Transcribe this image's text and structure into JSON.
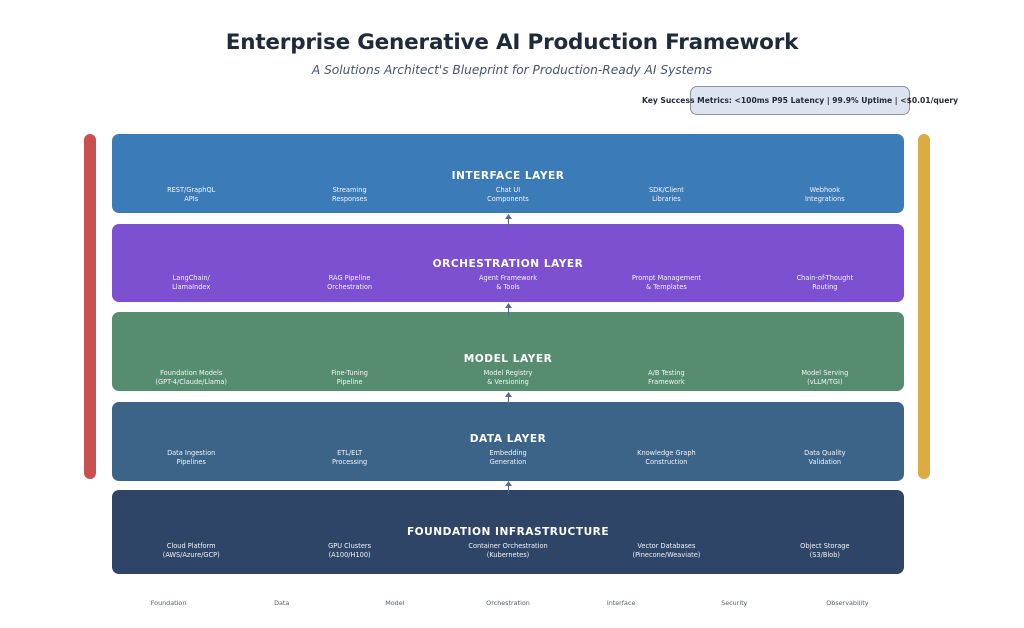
{
  "header": {
    "title": "Enterprise Generative AI Production Framework",
    "subtitle": "A Solutions Architect's Blueprint for Production-Ready AI Systems"
  },
  "metrics_callout": {
    "text": "Key Success Metrics: <100ms P95 Latency | 99.9% Uptime | <$0.01/query",
    "fill_color": "#dde3ef",
    "border_color": "#8d949f"
  },
  "side_bars": [
    {
      "name": "security",
      "color": "#c9504f"
    },
    {
      "name": "observability",
      "color": "#deab43"
    }
  ],
  "layers": [
    {
      "id": "interface",
      "title": "INTERFACE LAYER",
      "color": "#3b7bb8",
      "components": [
        {
          "line1": "REST/GraphQL",
          "line2": "APIs"
        },
        {
          "line1": "Streaming",
          "line2": "Responses"
        },
        {
          "line1": "Chat UI",
          "line2": "Components"
        },
        {
          "line1": "SDK/Client",
          "line2": "Libraries"
        },
        {
          "line1": "Webhook",
          "line2": "Integrations"
        }
      ]
    },
    {
      "id": "orchestration",
      "title": "ORCHESTRATION LAYER",
      "color": "#7d4fd1",
      "components": [
        {
          "line1": "LangChain/",
          "line2": "LlamaIndex"
        },
        {
          "line1": "RAG Pipeline",
          "line2": "Orchestration"
        },
        {
          "line1": "Agent Framework",
          "line2": "& Tools"
        },
        {
          "line1": "Prompt Management",
          "line2": "& Templates"
        },
        {
          "line1": "Chain-of-Thought",
          "line2": "Routing"
        }
      ]
    },
    {
      "id": "model",
      "title": "MODEL LAYER",
      "color": "#578d6f",
      "components": [
        {
          "line1": "Foundation Models",
          "line2": "(GPT-4/Claude/Llama)"
        },
        {
          "line1": "Fine-Tuning",
          "line2": "Pipeline"
        },
        {
          "line1": "Model Registry",
          "line2": "& Versioning"
        },
        {
          "line1": "A/B Testing",
          "line2": "Framework"
        },
        {
          "line1": "Model Serving",
          "line2": "(vLLM/TGI)"
        }
      ]
    },
    {
      "id": "data",
      "title": "DATA LAYER",
      "color": "#3c6489",
      "components": [
        {
          "line1": "Data Ingestion",
          "line2": "Pipelines"
        },
        {
          "line1": "ETL/ELT",
          "line2": "Processing"
        },
        {
          "line1": "Embedding",
          "line2": "Generation"
        },
        {
          "line1": "Knowledge Graph",
          "line2": "Construction"
        },
        {
          "line1": "Data Quality",
          "line2": "Validation"
        }
      ]
    },
    {
      "id": "foundation",
      "title": "FOUNDATION INFRASTRUCTURE",
      "color": "#2f4568",
      "components": [
        {
          "line1": "Cloud Platform",
          "line2": "(AWS/Azure/GCP)"
        },
        {
          "line1": "GPU Clusters",
          "line2": "(A100/H100)"
        },
        {
          "line1": "Container Orchestration",
          "line2": "(Kubernetes)"
        },
        {
          "line1": "Vector Databases",
          "line2": "(Pinecone/Weaviate)"
        },
        {
          "line1": "Object Storage",
          "line2": "(S3/Blob)"
        }
      ]
    }
  ],
  "connectors": {
    "count": 4,
    "direction": "up",
    "color": "#5b6a8c"
  },
  "bottom_labels": [
    "Foundation",
    "Data",
    "Model",
    "Orchestration",
    "Interface",
    "Security",
    "Observability"
  ]
}
